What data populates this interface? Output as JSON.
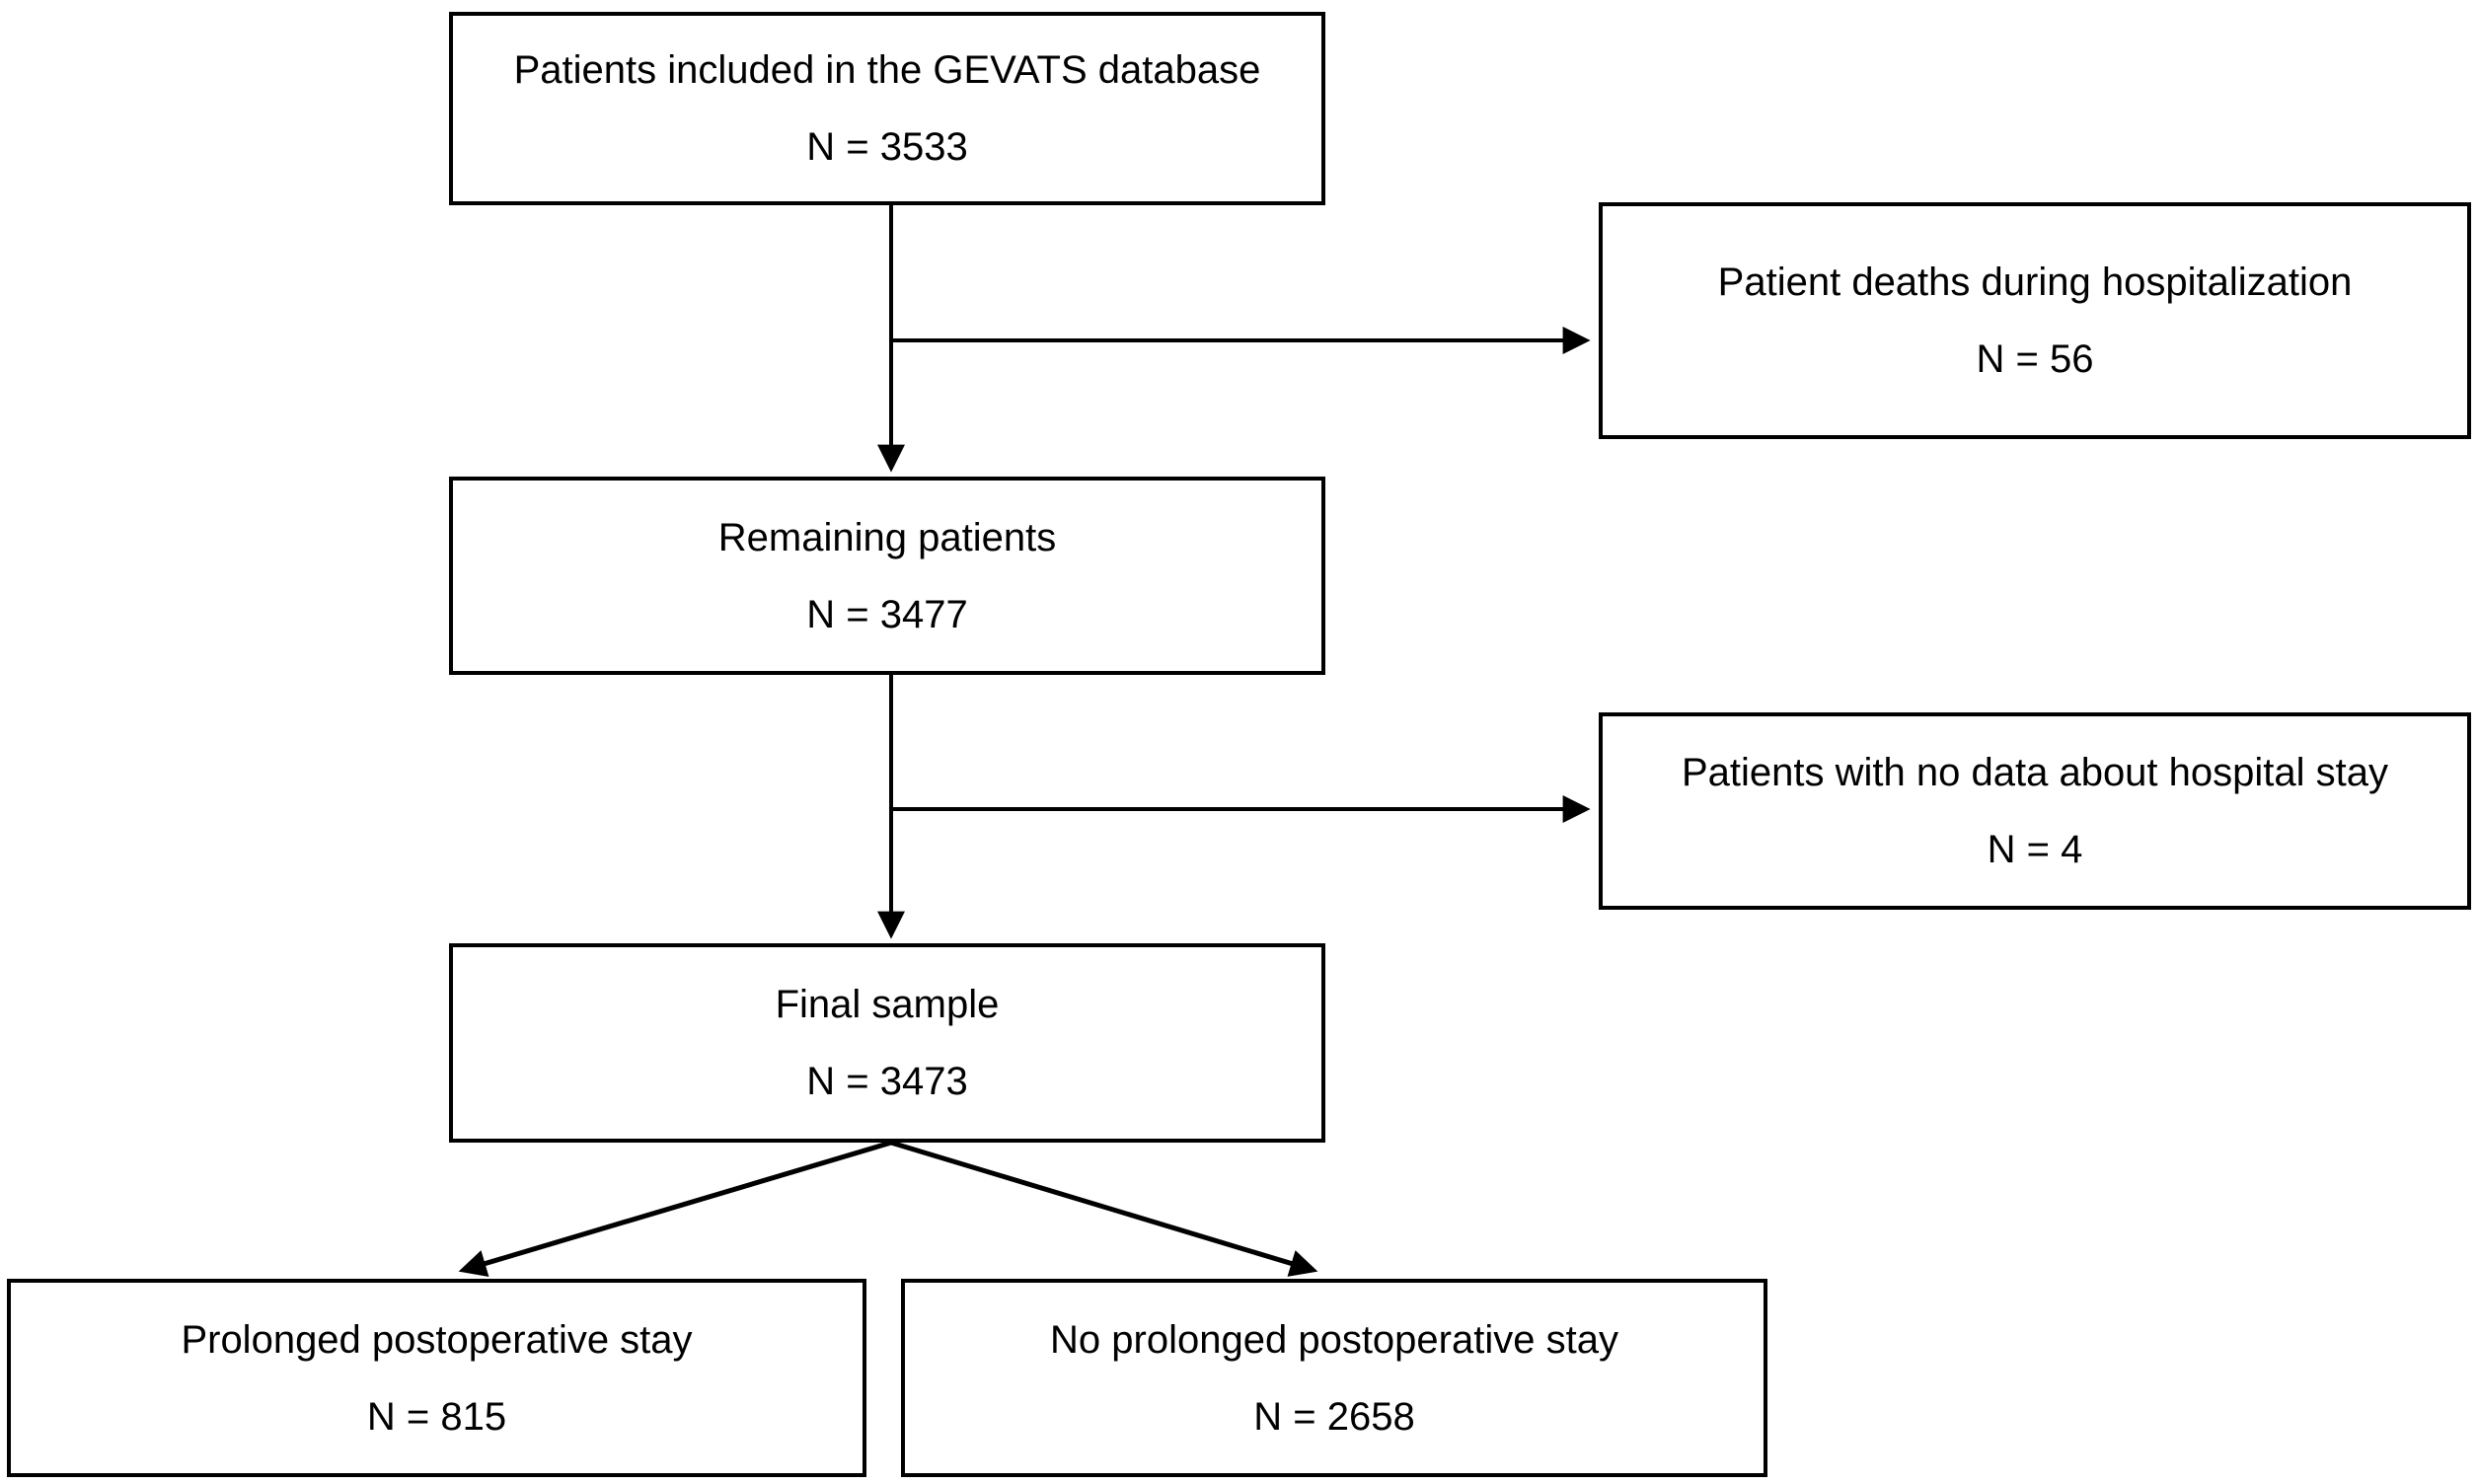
{
  "colors": {
    "background": "#ffffff",
    "box_border": "#000000",
    "text": "#000000",
    "arrow": "#000000"
  },
  "diagram": {
    "nodes": {
      "gevats": {
        "label": "Patients included in the GEVATS database",
        "n": "N = 3533"
      },
      "deaths": {
        "label": "Patient deaths during hospitalization",
        "n": "N = 56"
      },
      "remaining": {
        "label": "Remaining patients",
        "n": "N = 3477"
      },
      "nodata": {
        "label": "Patients with no data about hospital stay",
        "n": "N = 4"
      },
      "final": {
        "label": "Final sample",
        "n": "N = 3473"
      },
      "prolonged": {
        "label": "Prolonged postoperative stay",
        "n": "N = 815"
      },
      "notprolonged": {
        "label": "No prolonged postoperative stay",
        "n": "N = 2658"
      }
    },
    "edges": [
      {
        "from": "gevats",
        "to": "remaining",
        "type": "down-arrow"
      },
      {
        "from": "gevats",
        "to": "deaths",
        "type": "right-branch-arrow"
      },
      {
        "from": "remaining",
        "to": "final",
        "type": "down-arrow"
      },
      {
        "from": "remaining",
        "to": "nodata",
        "type": "right-branch-arrow"
      },
      {
        "from": "final",
        "to": "prolonged",
        "type": "diagonal-arrow"
      },
      {
        "from": "final",
        "to": "notprolonged",
        "type": "diagonal-arrow"
      }
    ]
  }
}
